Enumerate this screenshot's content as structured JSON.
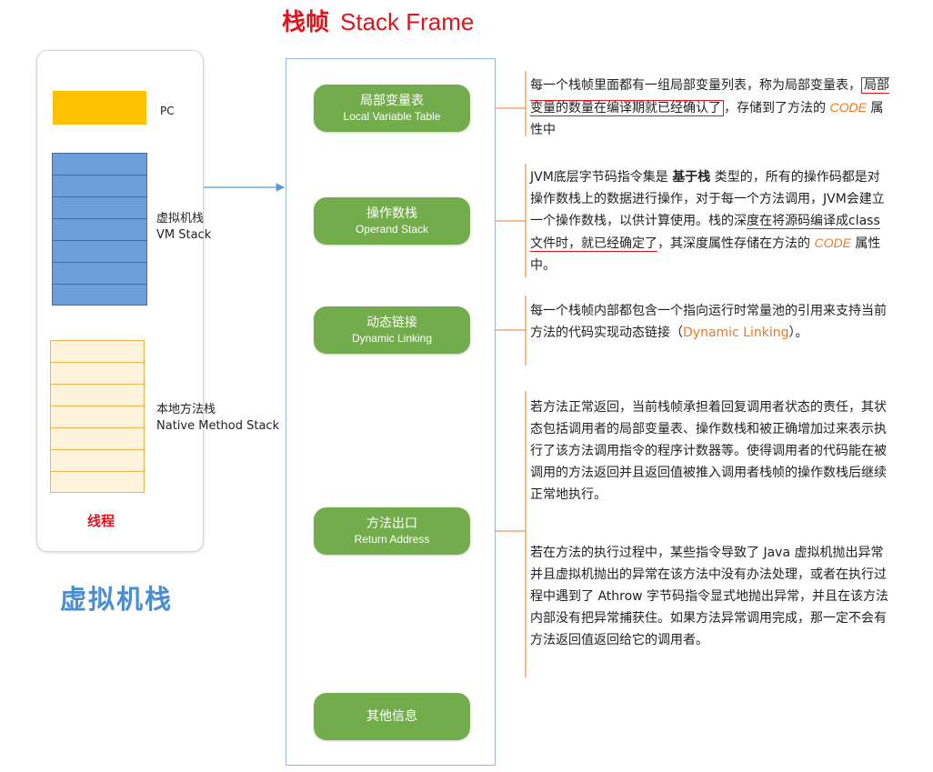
{
  "title": {
    "cn": "栈帧",
    "en": "Stack Frame"
  },
  "thread": {
    "pc_label": "PC",
    "vm_stack_label_cn": "虚拟机栈",
    "vm_stack_label_en": "VM Stack",
    "native_stack_label_cn": "本地方法栈",
    "native_stack_label_en": "Native Method Stack",
    "thread_label": "线程"
  },
  "jvm_stack_label": "虚拟机栈",
  "frame_items": [
    {
      "cn": "局部变量表",
      "en": "Local Variable Table"
    },
    {
      "cn": "操作数栈",
      "en": "Operand Stack"
    },
    {
      "cn": "动态链接",
      "en": "Dynamic Linking"
    },
    {
      "cn": "方法出口",
      "en": "Return Address"
    },
    {
      "cn": "其他信息",
      "en": ""
    }
  ],
  "descriptions": {
    "lvt": {
      "p1": "每一个栈帧里面都有一组局部变量列表，称为局部变量表，",
      "boxed": "局部变量的数量在编译期就已经确认了",
      "p2": "，存储到了方法的 ",
      "code": "CODE",
      "p3": " 属性中"
    },
    "operand": {
      "p1": "JVM底层字节码指令集是 ",
      "bold": "基于栈",
      "p2": " 类型的，所有的操作码都是对操作数栈上的数据进行操作，对于每一个方法调用，JVM会建立一个操作数栈，以供计算使用。栈的深",
      "underline": "度在将源码编译成class文件时，就已经确定了",
      "p3": "，其深度属性存储在方法的 ",
      "code": "CODE",
      "p4": " 属性中。"
    },
    "dynamic": {
      "p1": "每一个栈帧内部都包含一个指向运行时常量池的引用来支持当前方法的代码实现动态链接（",
      "orange": "Dynamic Linking",
      "p2": "）。"
    },
    "return_p1": "若方法正常返回，当前栈帧承担着回复调用者状态的责任，其状态包括调用者的局部变量表、操作数栈和被正确增加过来表示执行了该方法调用指令的程序计数器等。使得调用者的代码能在被调用的方法返回并且返回值被推入调用者栈帧的操作数栈后继续正常地执行。",
    "return_p2": "若在方法的执行过程中，某些指令导致了 Java 虚拟机抛出异常并且虚拟机抛出的异常在该方法中没有办法处理，或者在执行过程中遇到了 Athrow 字节码指令显式地抛出异常，并且在该方法内部没有把异常捕获住。如果方法异常调用完成，那一定不会有方法返回值返回给它的调用者。"
  },
  "colors": {
    "title_red": "#e0151b",
    "pill_green": "#73ad4b",
    "pc_yellow": "#ffc000",
    "vm_blue": "#6f9fd8",
    "native_fill": "#fef4dc",
    "native_border": "#f0b24a",
    "connector_orange": "#f07820",
    "arrow_blue": "#5b9bd5",
    "jvm_label_blue": "#4a8ed1"
  }
}
